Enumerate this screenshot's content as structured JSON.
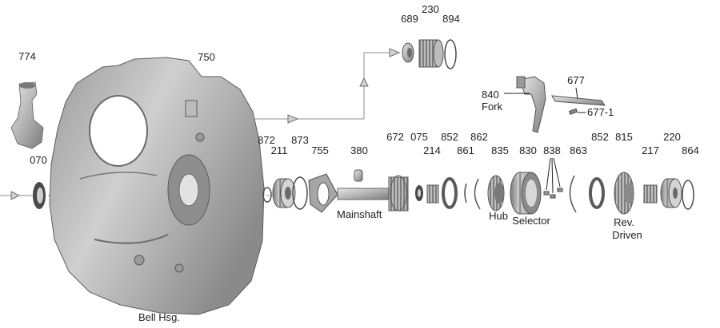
{
  "colors": {
    "part_light": "#d4d4d4",
    "part_mid": "#a8a8a8",
    "part_dark": "#6e6e6e",
    "line": "#8c8c8c",
    "text": "#1e1e1e"
  },
  "part_numbers": {
    "p774": "774",
    "p750": "750",
    "p689": "689",
    "p230": "230",
    "p894": "894",
    "p677": "677",
    "p840": "840",
    "p677_1": "677-1",
    "p070": "070",
    "p872": "872",
    "p211": "211",
    "p873": "873",
    "p755": "755",
    "p380": "380",
    "p672": "672",
    "p075": "075",
    "p214": "214",
    "p852a": "852",
    "p861": "861",
    "p862": "862",
    "p835": "835",
    "p830": "830",
    "p838": "838",
    "p863": "863",
    "p852b": "852",
    "p815": "815",
    "p217": "217",
    "p220": "220",
    "p864": "864"
  },
  "part_names": {
    "fork": "Fork",
    "mainshaft": "Mainshaft",
    "hub": "Hub",
    "selector": "Selector",
    "rev": "Rev.",
    "driven": "Driven",
    "bell": "Bell Hsg."
  }
}
